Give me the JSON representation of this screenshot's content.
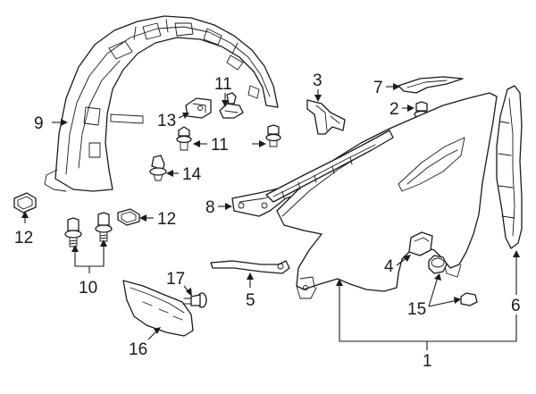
{
  "callouts": {
    "c1": "1",
    "c2": "2",
    "c3": "3",
    "c4": "4",
    "c5": "5",
    "c6": "6",
    "c7": "7",
    "c8": "8",
    "c9": "9",
    "c10": "10",
    "c11a": "11",
    "c11b": "11",
    "c12a": "12",
    "c12b": "12",
    "c13": "13",
    "c14": "14",
    "c15": "15",
    "c16": "16",
    "c17": "17"
  },
  "colors": {
    "line": "#1a1a1a",
    "background": "#ffffff"
  }
}
